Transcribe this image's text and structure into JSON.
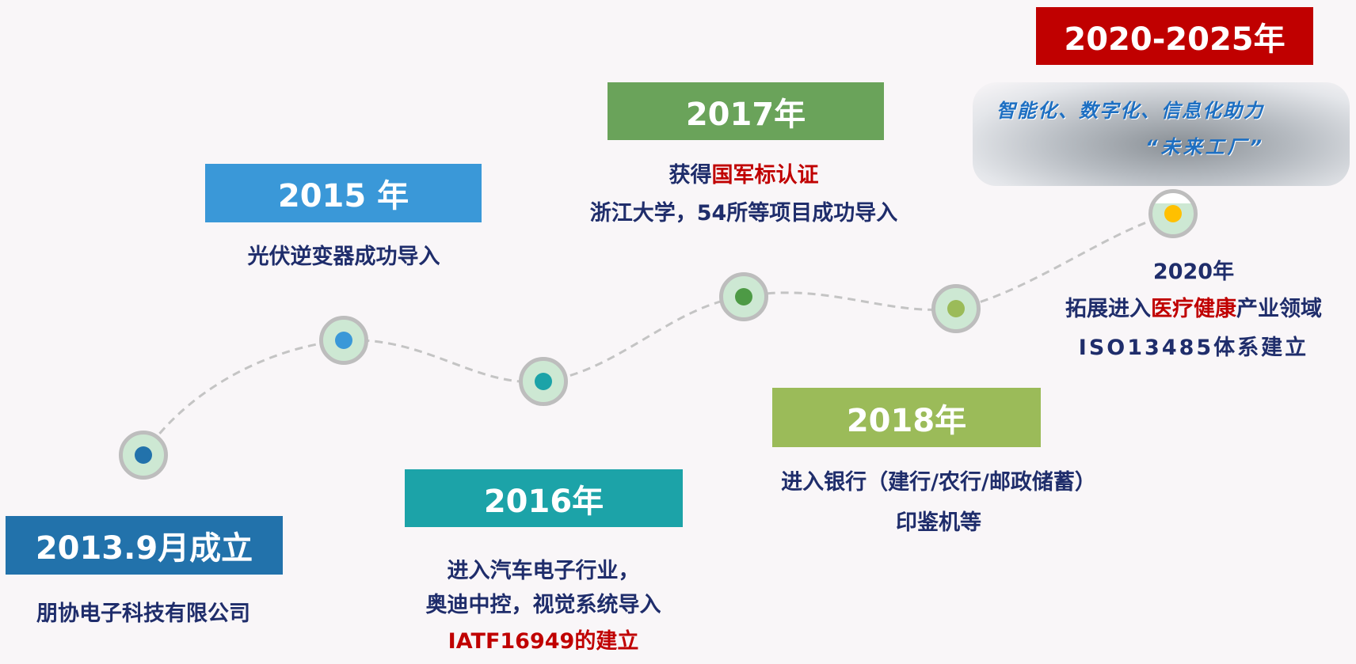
{
  "milestones": [
    {
      "title": "2013.9月成立",
      "color": "#2272ab",
      "lines": [
        "朋协电子科技有限公司"
      ]
    },
    {
      "title": "2015 年",
      "color": "#3a98d8",
      "lines": [
        "光伏逆变器成功导入"
      ]
    },
    {
      "title": "2016年",
      "color": "#1ca3a8",
      "lines": [
        "进入汽车电子行业，",
        "奥迪中控，视觉系统导入"
      ],
      "highlight": "IATF16949的建立"
    },
    {
      "title": "2017年",
      "color": "#6aa35a",
      "line1_prefix": "获得",
      "line1_highlight": "国军标认证",
      "lines": [
        "浙江大学，54所等项目成功导入"
      ]
    },
    {
      "title": "2018年",
      "color": "#9bbb59",
      "lines": [
        "进入银行（建行/农行/邮政储蓄）",
        "印鉴机等"
      ]
    },
    {
      "title": "2020-2025年",
      "color": "#c00000",
      "subtitle": "2020年",
      "line_prefix": "拓展进入",
      "line_highlight": "医疗健康",
      "line_suffix": "产业领域",
      "lines": [
        "ISO13485体系建立"
      ]
    }
  ],
  "future_image": {
    "line1": "智能化、数字化、信息化助力",
    "line2": "“未来工厂”"
  },
  "dot_colors": [
    "#2272ab",
    "#3a98d8",
    "#1ca3a8",
    "#4d9a45",
    "#9bbb59",
    "#ffc000"
  ]
}
